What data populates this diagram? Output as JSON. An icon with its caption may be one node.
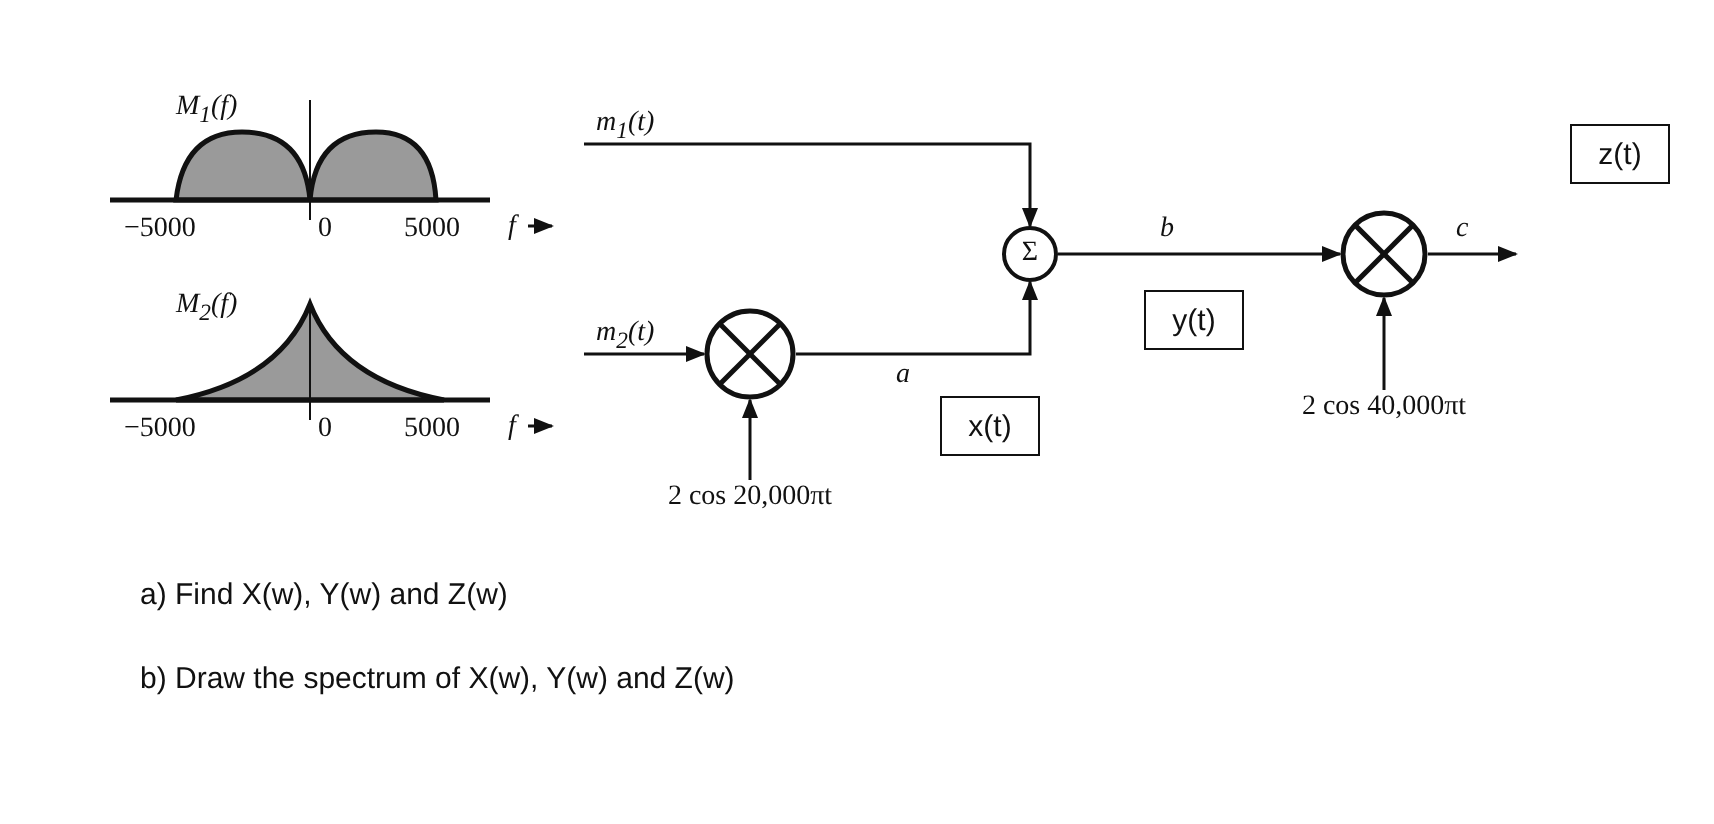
{
  "diagram": {
    "nodes": [
      {
        "text": [
          "Σ"
        ]
      },
      {
        "text": [],
        "shape": "circle"
      },
      {
        "text": [],
        "shape": "circle"
      },
      {
        "text": [
          "2 cos 20,000πt"
        ]
      },
      {
        "text": [
          "2 cos 40,000πt"
        ]
      },
      {
        "text": [
          "x(t)"
        ]
      },
      {
        "text": [
          "y(t)"
        ]
      },
      {
        "text": [
          "z(t)"
        ]
      }
    ],
    "edges": [
      {
        "from": null,
        "to": 0,
        "arrow": "to",
        "label": "m$_{1}$(t)"
      },
      {
        "from": null,
        "to": 1,
        "arrow": "to",
        "label": "m$_{2}$(t)"
      },
      {
        "from": 1,
        "to": 0,
        "arrow": "to",
        "label": "a"
      },
      {
        "from": 3,
        "to": 1,
        "arrow": "to"
      },
      {
        "from": 0,
        "to": 2,
        "arrow": "to",
        "label": "b"
      },
      {
        "from": 4,
        "to": 2,
        "arrow": "to"
      },
      {
        "from": 2,
        "to": null,
        "arrow": "to",
        "label": "c"
      }
    ],
    "labels": [
      "M$_{1}$(f)",
      "−5000",
      "0",
      "5000",
      "f",
      "M$_{2}$(f)",
      "−5000",
      "0",
      "5000",
      "f",
      "a) Find X(w), Y(w) and Z(w)",
      "b) Draw the spectrum of X(w), Y(w) and Z(w)"
    ]
  }
}
